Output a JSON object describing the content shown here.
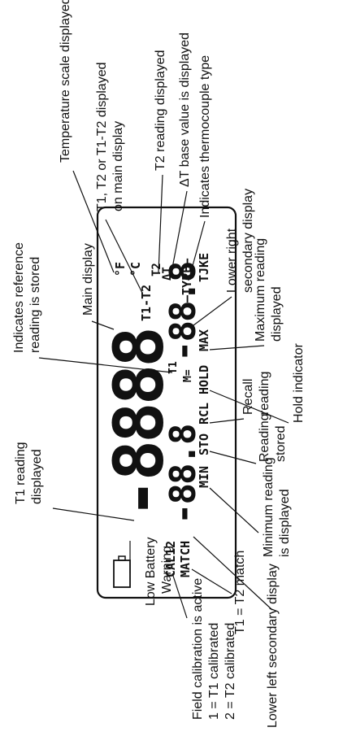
{
  "labels": {
    "temp_scale": "Temperature scale displayed",
    "t1t2_main_1": "T1, T2 or T1-T2 displayed",
    "t1t2_main_2": "on main display",
    "t2_reading": "T2 reading displayed",
    "delta_t_1": "ΔT base value is displayed",
    "thermo_type": "Indicates thermocouple type",
    "ref_1": "Indicates reference",
    "ref_2": "reading is stored",
    "main_display": "Main display",
    "t1_reading_1": "T1 reading",
    "t1_reading_2": "displayed",
    "lower_right_1": "Lower right",
    "lower_right_2": "secondary display",
    "max_1": "Maximum reading",
    "max_2": "displayed",
    "hold": "Hold indicator",
    "recall_1": "Recall",
    "recall_2": "reading",
    "stored_1": "Reading",
    "stored_2": "stored",
    "low_batt_1": "Low Battery",
    "low_batt_2": "Warning",
    "field_cal_1": "Field calibration is active",
    "field_cal_2": "1 = T1 calibrated",
    "field_cal_3": "2 = T2 calibrated",
    "match": "T1 = T2 match",
    "lower_left": "Lower left secondary display",
    "min_1": "Minimum reading",
    "min_2": "is displayed"
  },
  "lcd": {
    "main_digits": "-8888",
    "f_unit": "°F",
    "c_unit": "°C",
    "t1_minus_t2": "T1-T2",
    "t2_tag": "T2",
    "delta_t_tag": "ΔT",
    "type_tag": "—TYPE—",
    "tc_types": "TJKE",
    "right_digits": "-88.8",
    "t1_tag": "T1",
    "m_equals": "M=",
    "hold_tag": "HOLD",
    "max_tag": "MAX",
    "rcl_tag": "RCL",
    "sto_tag": "STO",
    "min_tag": "MIN",
    "left_digits": "-88.8",
    "cal_tag": "CAL12",
    "match_tag": "MATCH"
  }
}
